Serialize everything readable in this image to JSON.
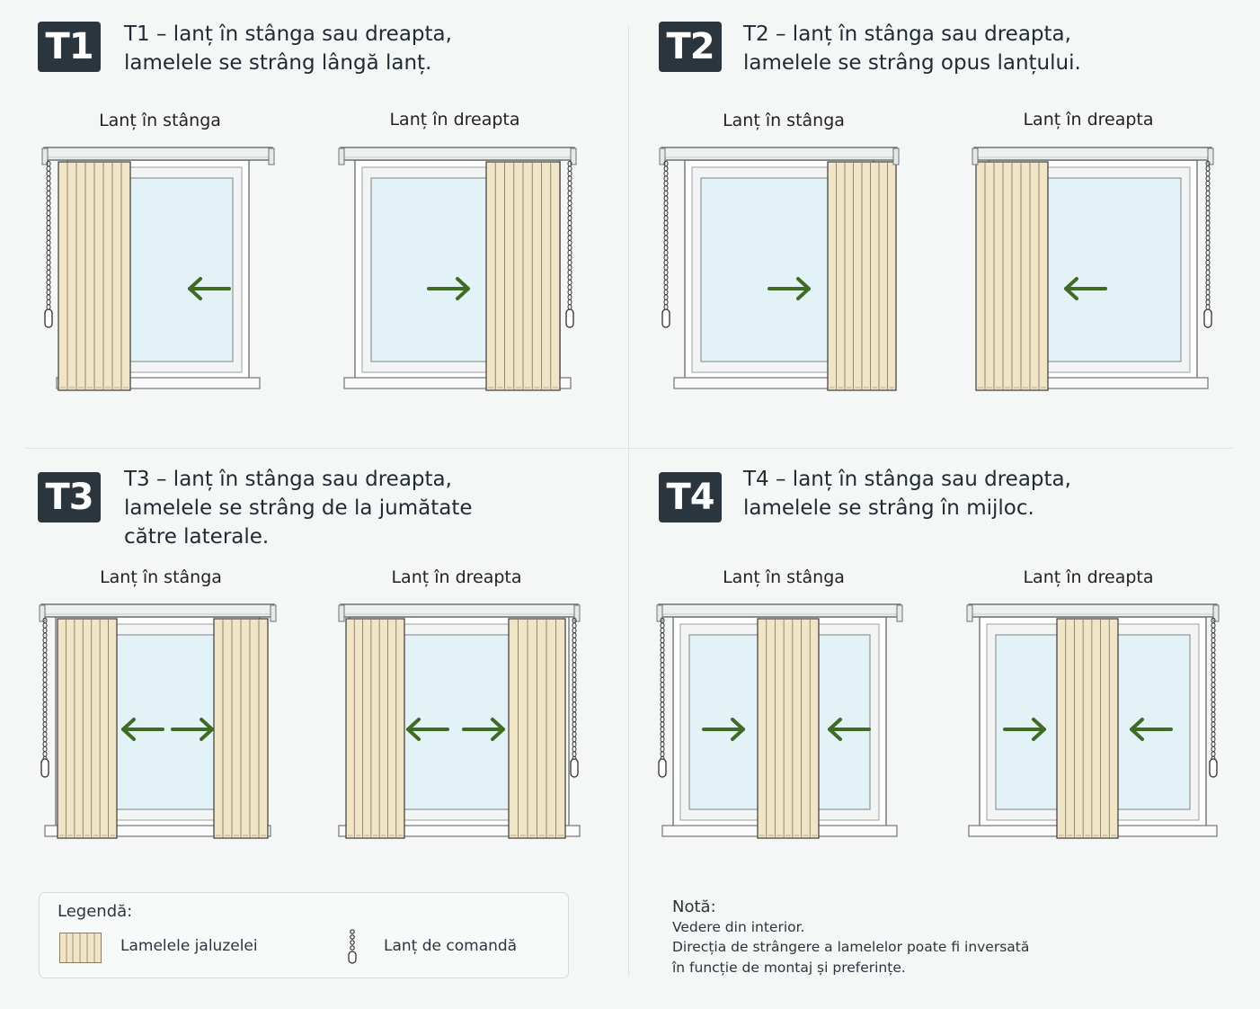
{
  "panels": [
    {
      "id": "T1",
      "badge": "T1",
      "desc": [
        "T1 – lanț în stânga sau dreapta,",
        "lamelele se strâng lângă lanț."
      ],
      "captions": [
        "Lanț în stânga",
        "Lanț în dreapta"
      ]
    },
    {
      "id": "T2",
      "badge": "T2",
      "desc": [
        "T2 – lanț în stânga sau dreapta,",
        "lamelele se strâng opus lanțului."
      ],
      "captions": [
        "Lanț în stânga",
        "Lanț în dreapta"
      ]
    },
    {
      "id": "T3",
      "badge": "T3",
      "desc": [
        "T3 – lanț în stânga sau dreapta,",
        "lamelele se strâng de la jumătate",
        "către laterale."
      ],
      "captions": [
        "Lanț în stânga",
        "Lanț în dreapta"
      ]
    },
    {
      "id": "T4",
      "badge": "T4",
      "desc": [
        "T4 – lanț în stânga sau dreapta,",
        "lamelele se strâng în mijloc."
      ],
      "captions": [
        "Lanț în stânga",
        "Lanț în dreapta"
      ]
    }
  ],
  "legend": {
    "title": "Legendă:",
    "slats_label": "Lamelele jaluzelei",
    "chain_label": "Lanț de comandă"
  },
  "note": {
    "title": "Notă:",
    "lines": [
      "Vedere din interior.",
      "Direcția de strângere a lamelelor poate fi inversată",
      "în funcție de montaj și preferințe."
    ]
  },
  "colors": {
    "arrow": "#3f6b25",
    "slat_fill": "#f1e5c8",
    "slat_line": "#8a7d60",
    "glass": "#e3f2f6",
    "frame": "#ffffff",
    "badge_bg": "#2b353e"
  }
}
